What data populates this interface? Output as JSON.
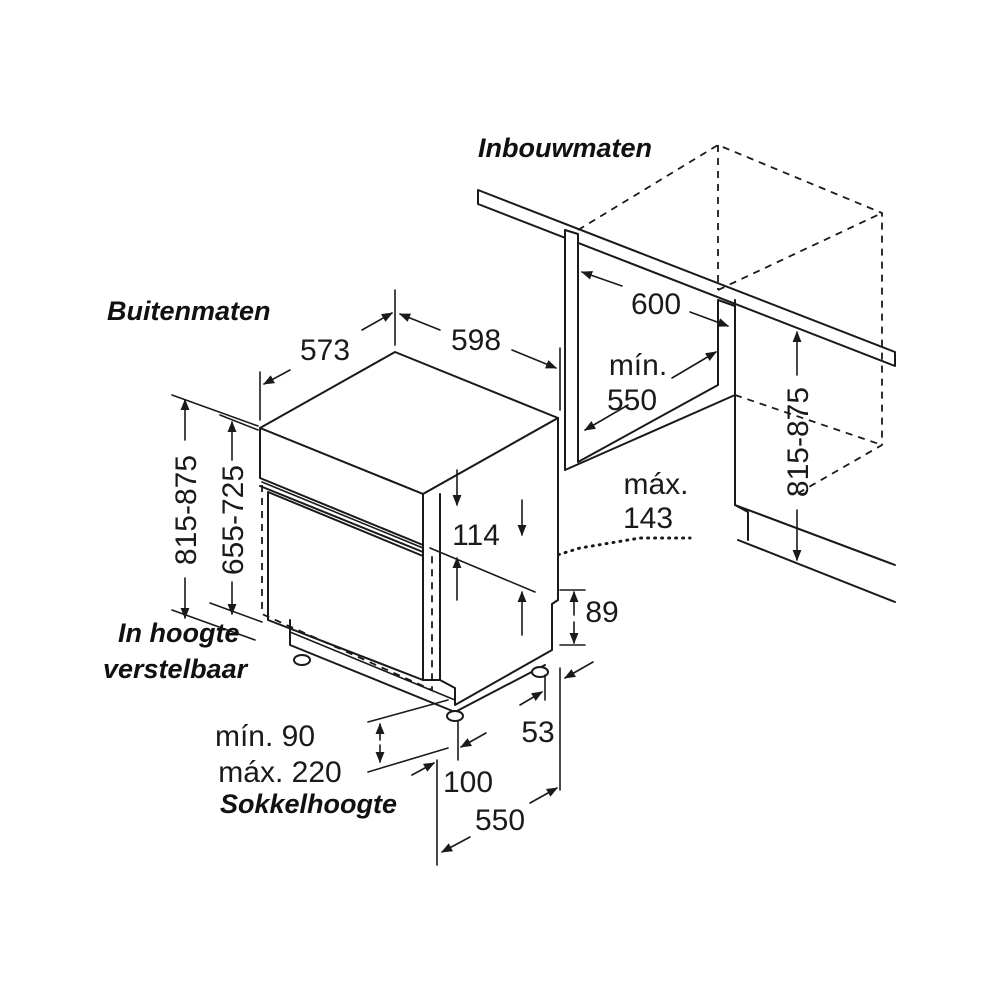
{
  "titles": {
    "installation": "Inbouwmaten",
    "external": "Buitenmaten",
    "adjust_line1": "In hoogte",
    "adjust_line2": "verstelbaar",
    "plinth": "Sokkelhoogte"
  },
  "dimensions": {
    "depth_appliance": "573",
    "width_appliance": "598",
    "height_range": "815-875",
    "height_body": "655-725",
    "panel_height": "114",
    "niche_width": "600",
    "niche_depth_label": "mín.",
    "niche_depth": "550",
    "niche_height": "815-875",
    "max_label": "máx.",
    "max_value": "143",
    "foot_height": "89",
    "foot_setback": "53",
    "plinth_min": "mín. 90",
    "plinth_max": "máx. 220",
    "plinth_depth": "100",
    "total_depth": "550"
  },
  "colors": {
    "line": "#1a1a1a",
    "background": "#ffffff"
  }
}
